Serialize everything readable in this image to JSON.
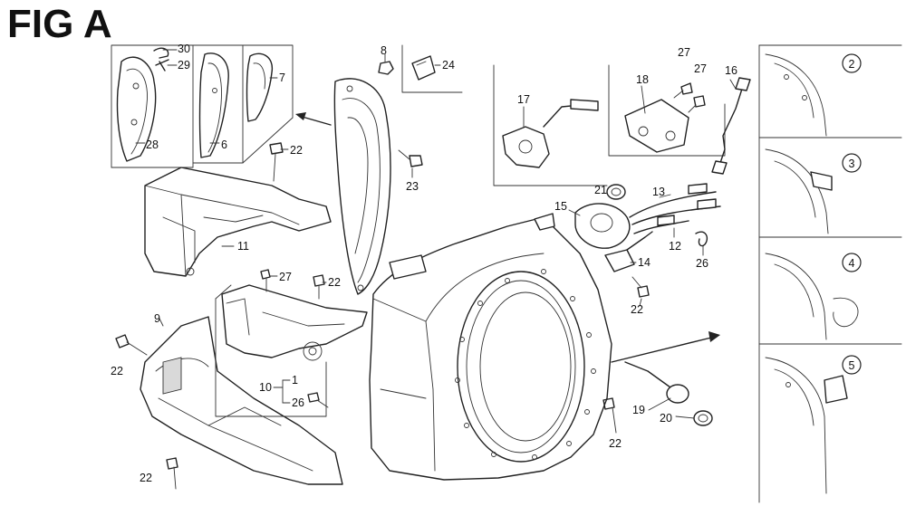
{
  "figure": {
    "title": "FIG A"
  },
  "callouts": {
    "c30": "30",
    "c29": "29",
    "c28": "28",
    "c6": "6",
    "c7": "7",
    "c8": "8",
    "c24": "24",
    "c22_a": "22",
    "c23": "23",
    "c11": "11",
    "c27_a": "27",
    "c22_b": "22",
    "c9": "9",
    "c22_c": "22",
    "c10": "10",
    "c1": "1",
    "c26_a": "26",
    "c22_d": "22",
    "c17": "17",
    "c18": "18",
    "c27_b": "27",
    "c27_c": "27",
    "c16": "16",
    "c21": "21",
    "c13": "13",
    "c15": "15",
    "c12": "12",
    "c14": "14",
    "c26_b": "26",
    "c22_e": "22",
    "c19": "19",
    "c20": "20",
    "c22_f": "22"
  },
  "details": [
    "2",
    "3",
    "4",
    "5"
  ]
}
